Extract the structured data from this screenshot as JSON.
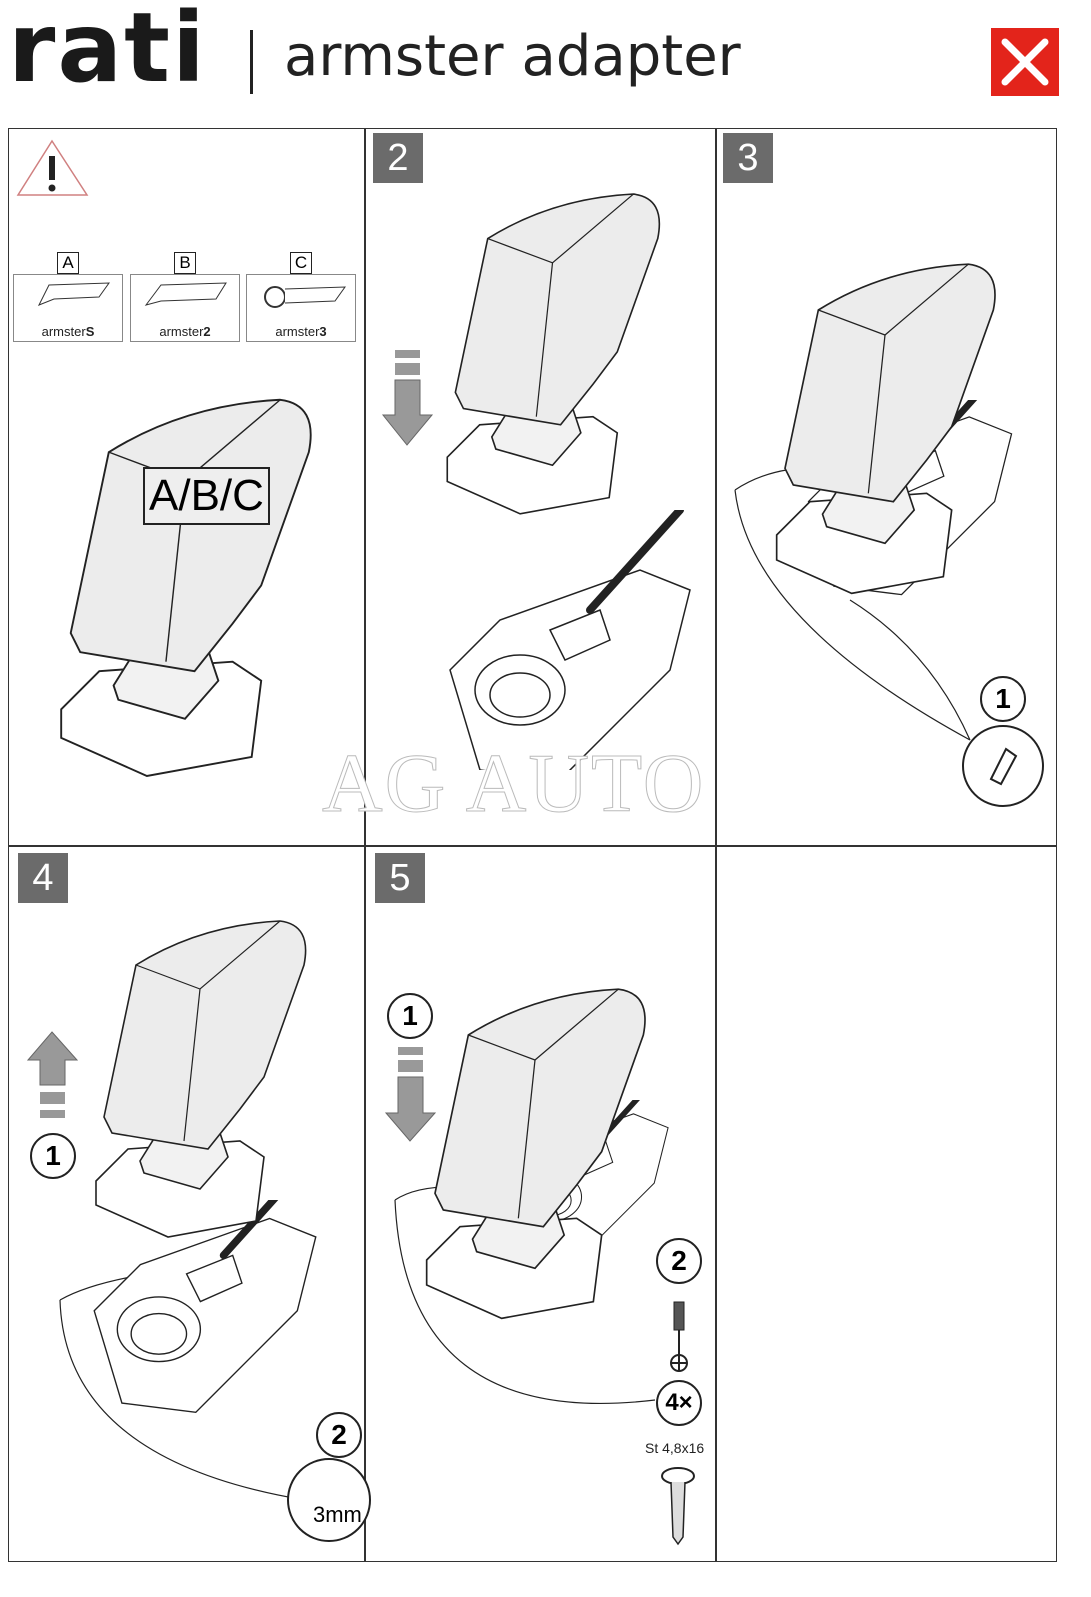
{
  "header": {
    "brand": "rati",
    "product": "armster",
    "subtitle": "adapter",
    "tools_icon": "tools-icon",
    "accent": "#e3241b"
  },
  "panel1": {
    "warning_icon": "warning-icon",
    "options": [
      {
        "letter": "A",
        "name": "armster",
        "variant": "S"
      },
      {
        "letter": "B",
        "name": "armster",
        "variant": "2"
      },
      {
        "letter": "C",
        "name": "armster",
        "variant": "3"
      }
    ],
    "label": "A/B/C"
  },
  "steps": [
    {
      "number": "2"
    },
    {
      "number": "3",
      "callout": "1"
    },
    {
      "number": "4",
      "callouts": [
        "1",
        "2"
      ],
      "drill": "3mm"
    },
    {
      "number": "5",
      "callouts": [
        "1",
        "2"
      ],
      "quantity": "4×",
      "screw": "St 4,8x16"
    }
  ],
  "watermark": "AG AUTO"
}
